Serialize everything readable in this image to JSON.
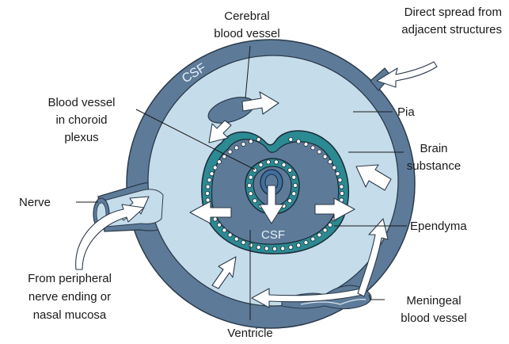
{
  "labels": {
    "cerebral_line1": "Cerebral",
    "cerebral_line2": "blood vessel",
    "direct_line1": "Direct spread from",
    "direct_line2": "adjacent structures",
    "choroid_line1": "Blood vessel",
    "choroid_line2": "in choroid",
    "choroid_line3": "plexus",
    "pia": "Pia",
    "brain_line1": "Brain",
    "brain_line2": "substance",
    "nerve": "Nerve",
    "ependyma": "Ependyma",
    "peripheral_line1": "From peripheral",
    "peripheral_line2": "nerve ending or",
    "peripheral_line3": "nasal mucosa",
    "meningeal_line1": "Meningeal",
    "meningeal_line2": "blood vessel",
    "ventricle": "Ventricle",
    "csf_outer": "CSF",
    "csf_inner": "CSF"
  },
  "colors": {
    "brain": "#c5dcea",
    "meninges": "#5d7b99",
    "outline": "#2b3a4a",
    "ventricle": "#5d7b99",
    "ependyma_cell": "#2b8a92"
  }
}
